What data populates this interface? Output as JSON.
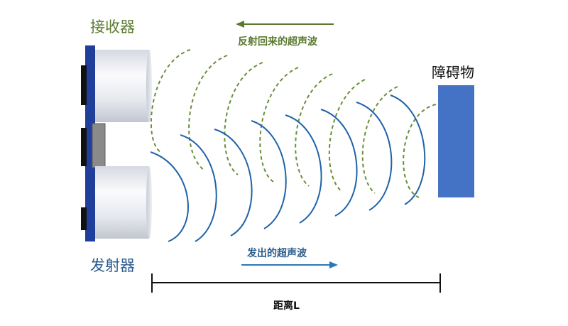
{
  "labels": {
    "receiver": "接收器",
    "emitter": "发射器",
    "obstacle": "障碍物",
    "reflected_wave": "反射回来的超声波",
    "emitted_wave": "发出的超声波",
    "distance": "距离L"
  },
  "colors": {
    "reflected_wave": "#6a8f3a",
    "emitted_wave": "#1f63a8",
    "obstacle": "#4472c4",
    "board": "#1f3f9a",
    "arrow_reflect": "#5a7a2e",
    "arrow_emit": "#2a78b8"
  }
}
